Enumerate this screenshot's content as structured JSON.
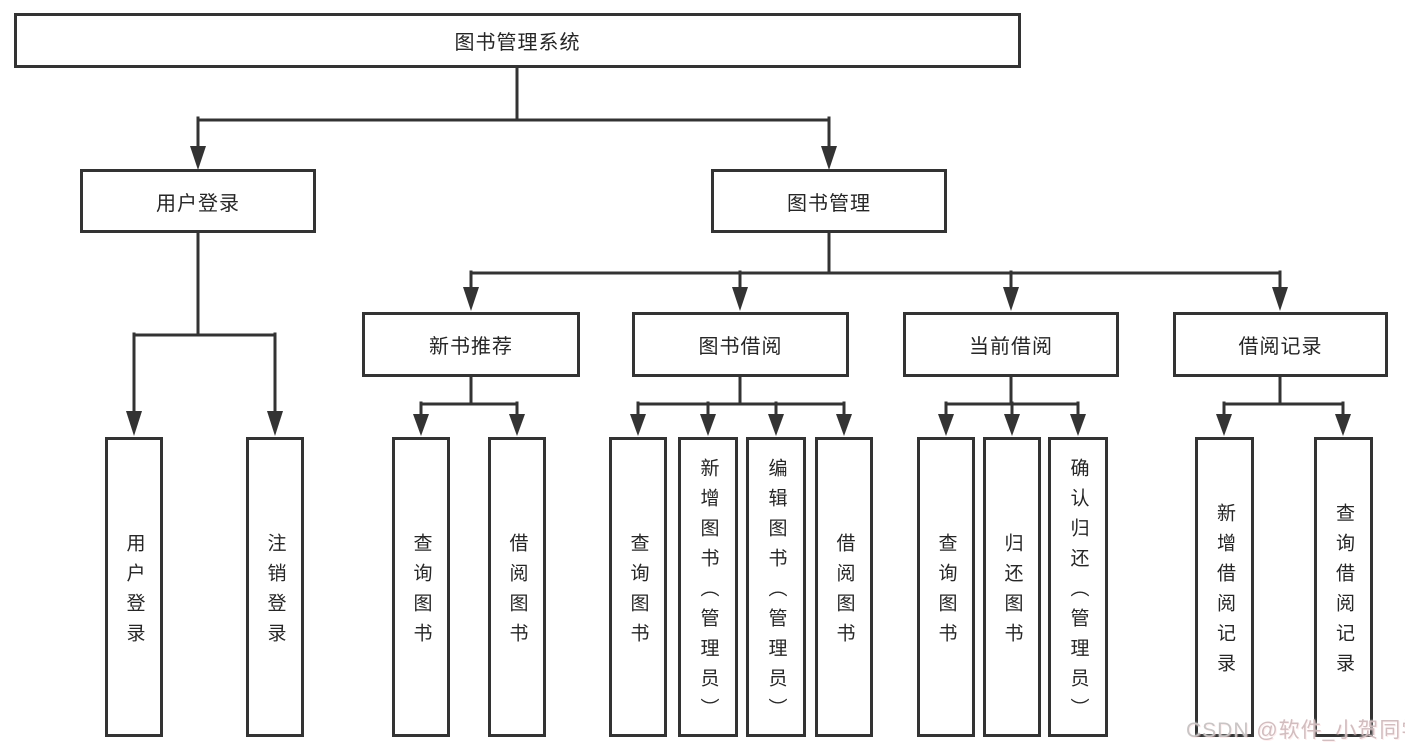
{
  "diagram": {
    "root": {
      "label": "图书管理系统"
    },
    "level2": [
      {
        "id": "user-login",
        "label": "用户登录"
      },
      {
        "id": "book-mgmt",
        "label": "图书管理"
      }
    ],
    "level3": [
      {
        "id": "new-books",
        "label": "新书推荐"
      },
      {
        "id": "book-borrow",
        "label": "图书借阅"
      },
      {
        "id": "current-borrow",
        "label": "当前借阅"
      },
      {
        "id": "borrow-records",
        "label": "借阅记录"
      }
    ],
    "leaves": {
      "user_login": [
        "用户登录",
        "注销登录"
      ],
      "new_books": [
        "查询图书",
        "借阅图书"
      ],
      "book_borrow": [
        "查询图书",
        "新增图书（管理员）",
        "编辑图书（管理员）",
        "借阅图书"
      ],
      "current_borrow": [
        "查询图书",
        "归还图书",
        "确认归还（管理员）"
      ],
      "borrow_records": [
        "新增借阅记录",
        "查询借阅记录"
      ]
    },
    "watermark": {
      "prefix": "CSDN ",
      "handle": "@软件_小贺同学"
    },
    "colors": {
      "line": "#333333",
      "text": "#262626",
      "background": "#ffffff",
      "watermark_gray": "#c6c2c2",
      "watermark_pink": "#cfb9bc"
    }
  }
}
